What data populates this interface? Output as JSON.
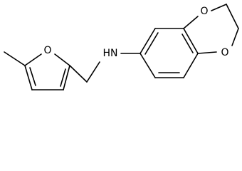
{
  "molecule": {
    "atom_labels": {
      "amine_nitrogen": "HN",
      "furan_oxygen": "O",
      "dioxane_oxygen_top": "O",
      "dioxane_oxygen_bottom": "O"
    }
  }
}
